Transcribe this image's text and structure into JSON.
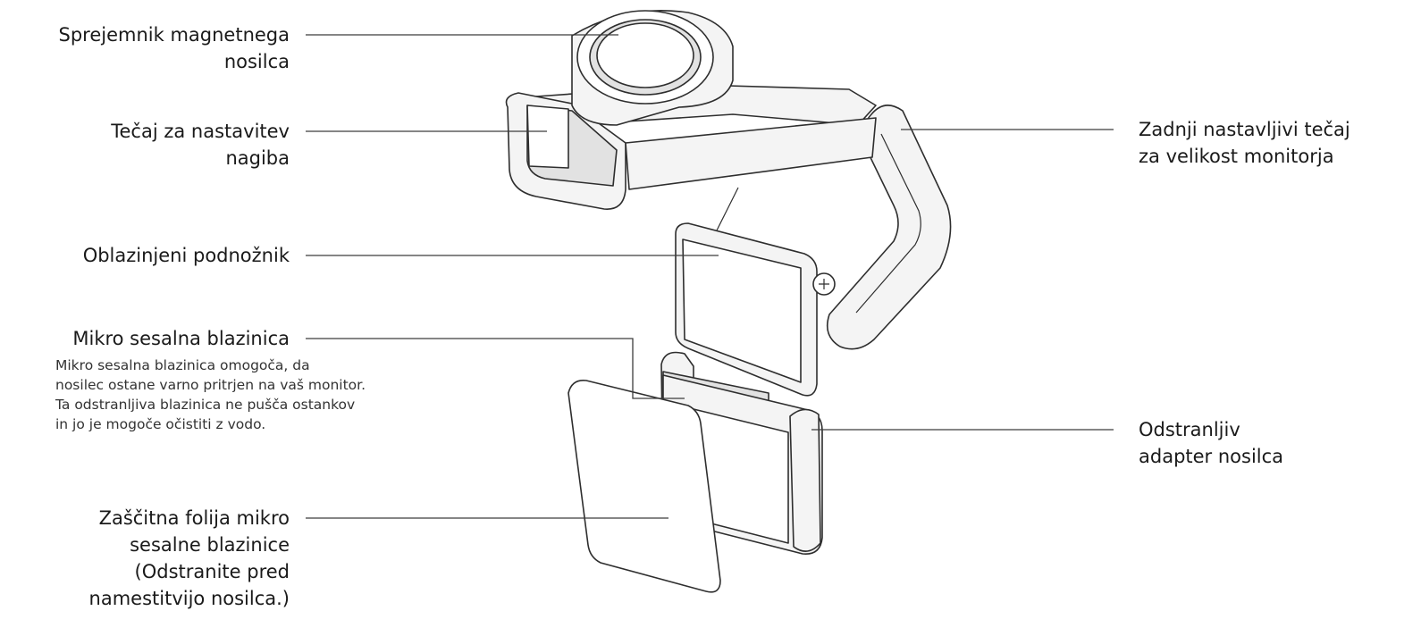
{
  "labels": {
    "magnet_receiver": [
      "Sprejemnik magnetnega",
      "nosilca"
    ],
    "tilt_hinge": [
      "Tečaj za nastavitev",
      "nagiba"
    ],
    "padded_foot": [
      "Oblazinjeni podnožnik"
    ],
    "micro_suction_pad": [
      "Mikro sesalna blazinica"
    ],
    "micro_suction_desc": [
      "Mikro sesalna blazinica omogoča, da",
      "nosilec ostane varno pritrjen na vaš monitor.",
      "Ta odstranljiva blazinica ne pušča ostankov",
      "in jo je mogoče očistiti z vodo."
    ],
    "protective_film": [
      "Zaščitna folija mikro",
      "sesalne blazinice",
      "(Odstranite pred",
      "namestitvijo nosilca.)"
    ],
    "rear_hinge": [
      "Zadnji nastavljivi tečaj",
      "za velikost monitorja"
    ],
    "removable_adapter": [
      "Odstranljiv",
      "adapter nosilca"
    ]
  },
  "icons": {
    "screw": "screw-icon"
  }
}
